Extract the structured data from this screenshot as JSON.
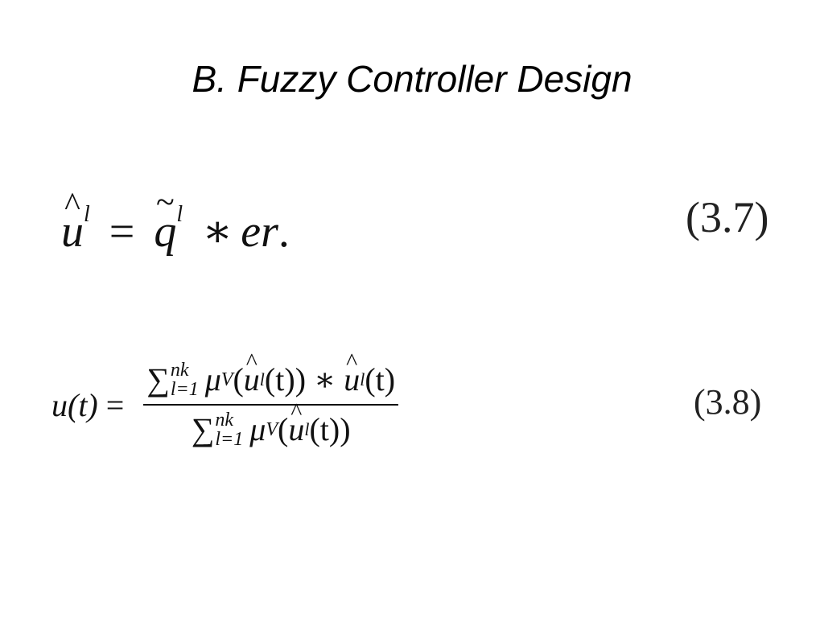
{
  "slide": {
    "title": "B. Fuzzy Controller Design"
  },
  "equations": [
    {
      "number": "(3.7)",
      "lhs": "u",
      "lhs_accent": "^",
      "lhs_index": "l",
      "relation": "=",
      "rhs_var": "q",
      "rhs_accent": "~",
      "rhs_index": "l",
      "operator": "∗",
      "rhs_tail": "er",
      "terminator": "."
    },
    {
      "number": "(3.8)",
      "lhs": "u(t)",
      "relation": "=",
      "numerator": {
        "sum_symbol": "∑",
        "upper_limit": "nk",
        "lower_limit": "l=1",
        "mu": "μ",
        "mu_sub": "V",
        "arg_open": "(",
        "u": "u",
        "u_accent": "^",
        "u_index": "l",
        "arg_inner": "(t)",
        "arg_close": ")",
        "operator": "∗",
        "tail_u": "u",
        "tail_accent": "^",
        "tail_index": "l",
        "tail_arg": "(t)"
      },
      "denominator": {
        "sum_symbol": "∑",
        "upper_limit": "nk",
        "lower_limit": "l=1",
        "mu": "μ",
        "mu_sub": "V",
        "arg_open": "(",
        "u": "u",
        "u_accent": "^",
        "u_index": "l",
        "arg_inner": "(t)",
        "arg_close": ")"
      }
    }
  ]
}
